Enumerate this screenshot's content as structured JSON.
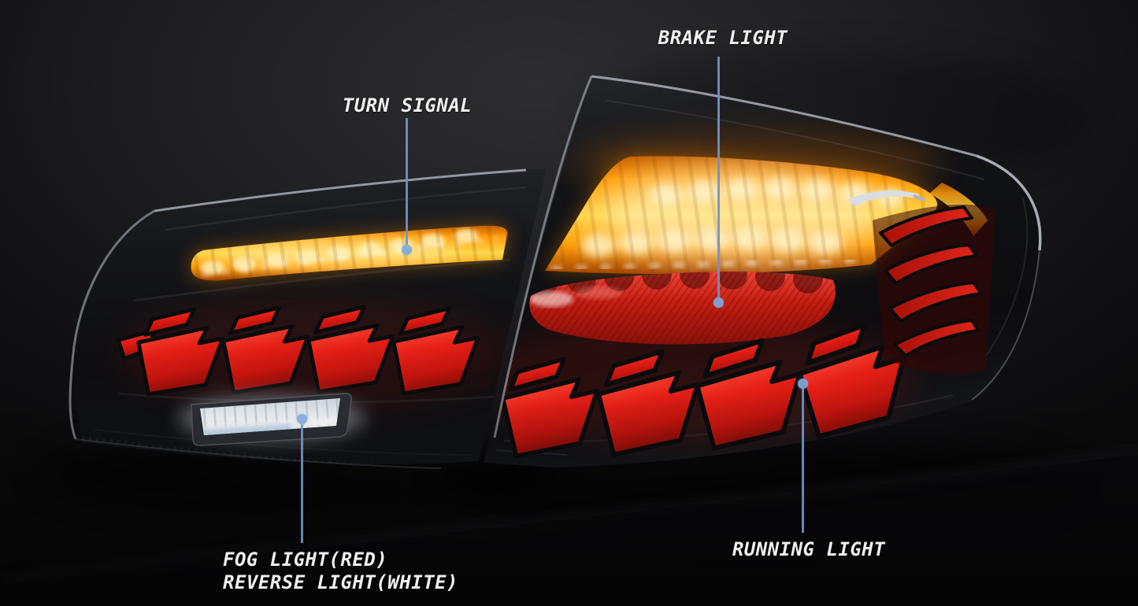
{
  "annotations": {
    "turn_signal": {
      "label": "TURN SIGNAL"
    },
    "brake_light": {
      "label": "BRAKE LIGHT"
    },
    "fog_reverse": {
      "line1": "FOG LIGHT(RED)",
      "line2": "REVERSE LIGHT(WHITE)"
    },
    "running_light": {
      "label": "RUNNING LIGHT"
    },
    "style": {
      "line_color": "#7093c6",
      "dot_color": "#82aadb",
      "text_color": "#efefef"
    }
  },
  "illustration": {
    "subject": "pair of smoked LED tail lights, amber turn signals lit",
    "left_lamp_features": [
      "amber turn signal strip",
      "red dragon-scale running light",
      "white reverse / red fog light bar"
    ],
    "right_lamp_features": [
      "amber turn signal panel (lit)",
      "red brake light bar",
      "red dragon-scale running light"
    ],
    "colors": {
      "amber_core": "#ffd84e",
      "amber_deep": "#ff9d08",
      "scale_red": "#e62017",
      "brake_red": "#c41c12",
      "reverse_white": "#f4f8fc",
      "housing_black": "#0d0d10",
      "background": "#1c1c1f"
    }
  }
}
